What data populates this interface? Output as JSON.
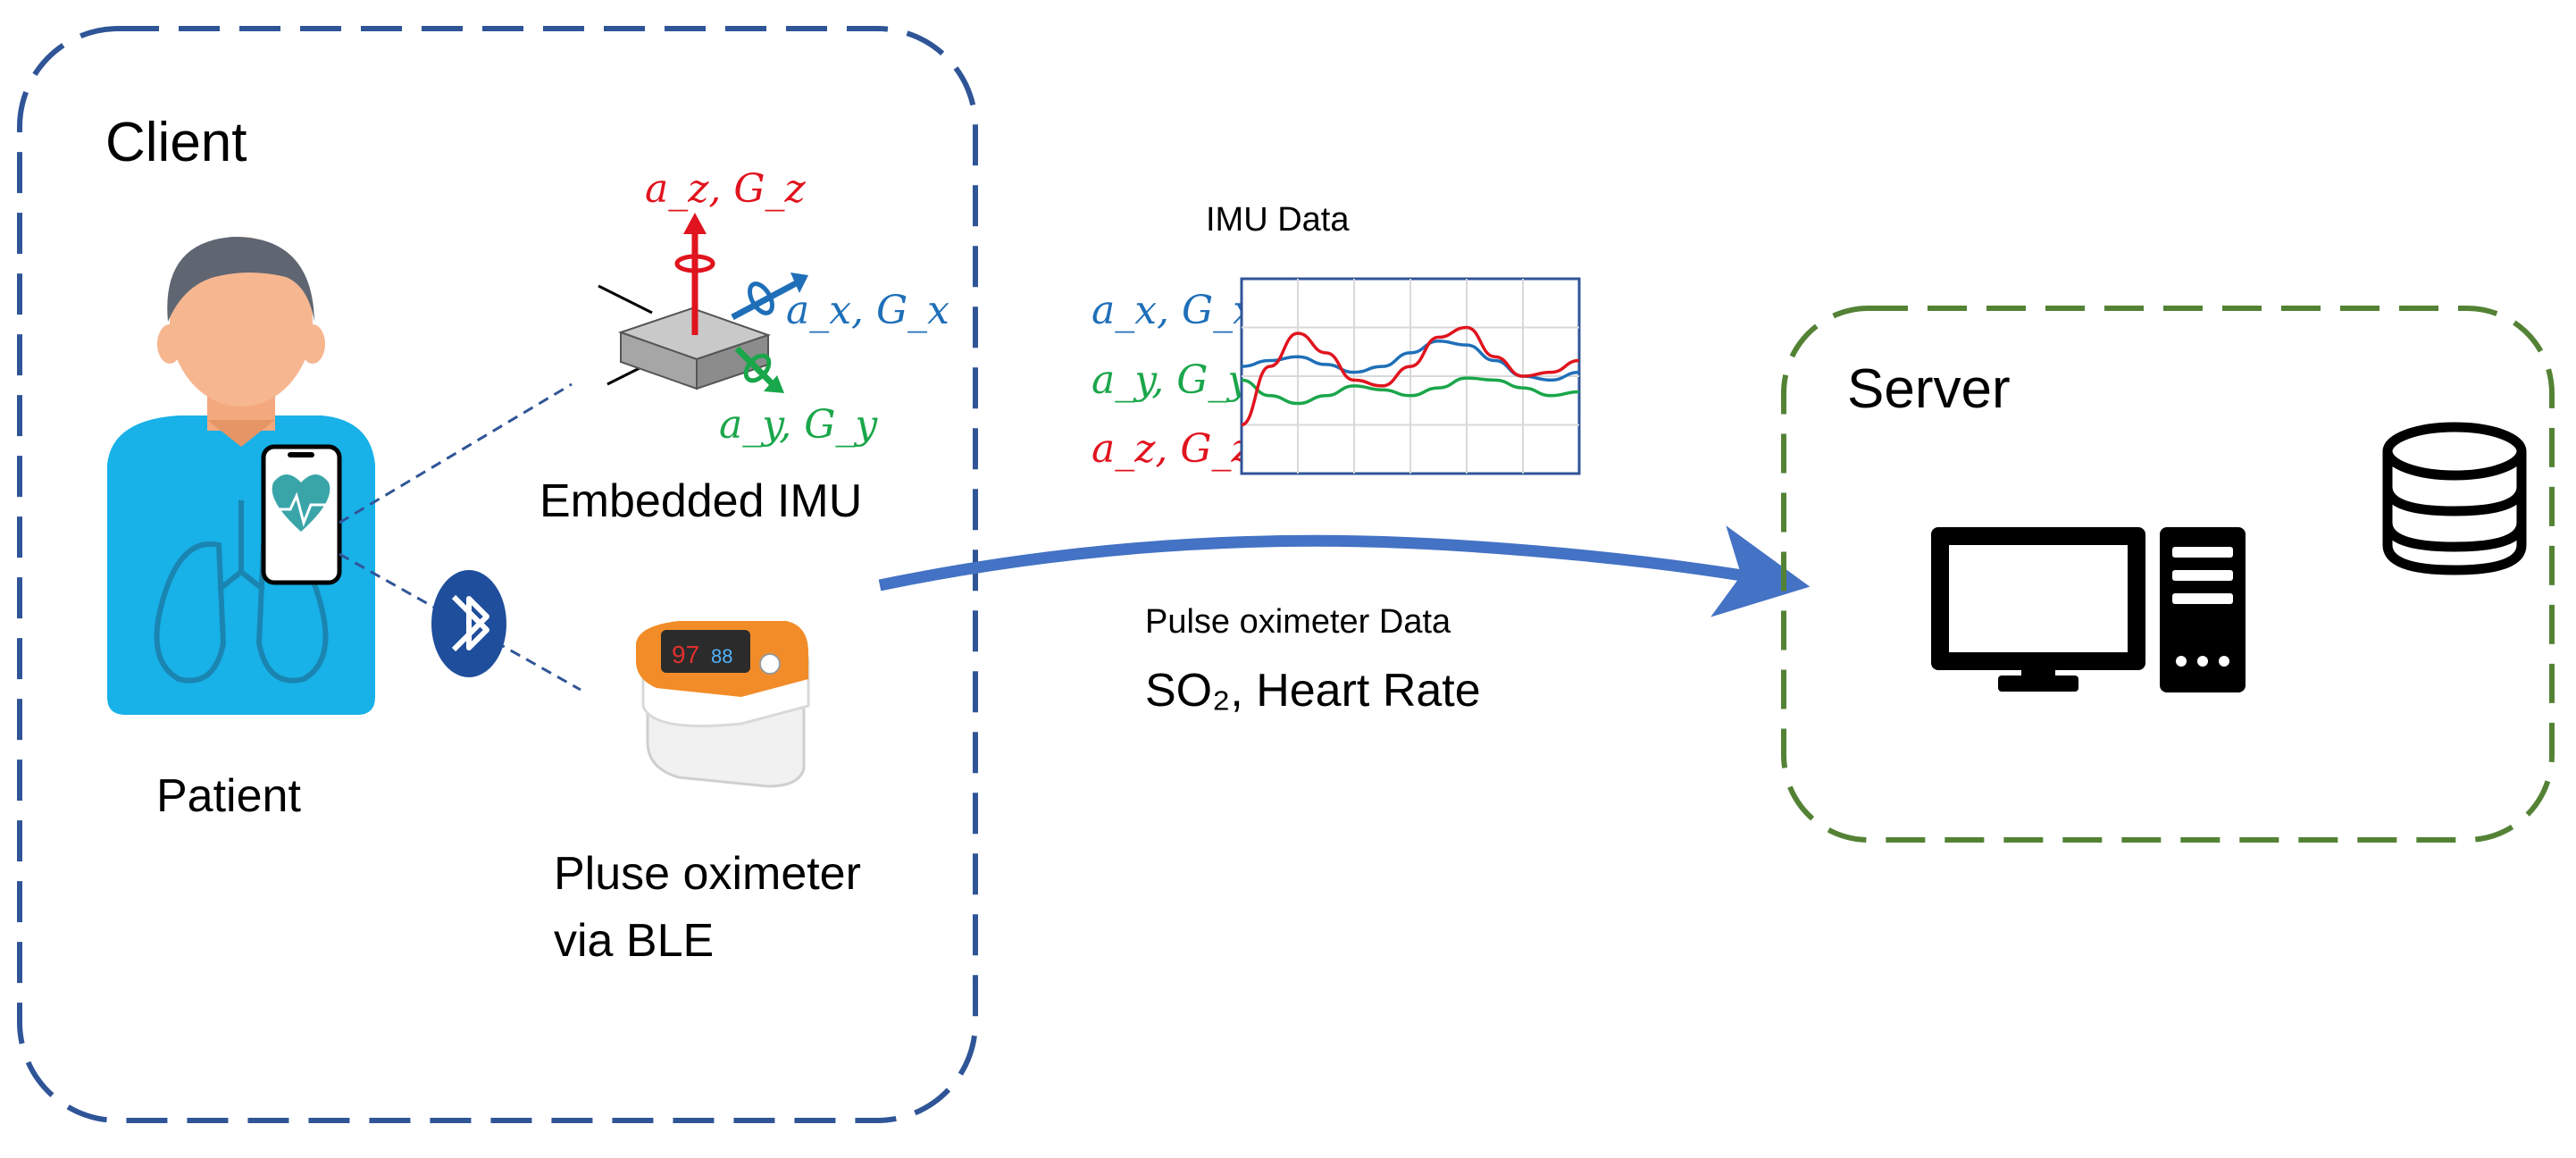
{
  "client": {
    "title": "Client",
    "patient_label": "Patient",
    "imu_label": "Embedded IMU",
    "oximeter_label_line1": "Pluse oximeter",
    "oximeter_label_line2": "via BLE",
    "imu_axes": {
      "z": "a_z, G_z",
      "x": "a_x, G_x",
      "y": "a_y, G_y"
    }
  },
  "transfer": {
    "imu_data_title": "IMU Data",
    "legend": [
      {
        "label": "a_x, G_x",
        "color": "#1f6fb8"
      },
      {
        "label": "a_y, G_y",
        "color": "#1aa64a"
      },
      {
        "label": "a_z, G_z",
        "color": "#e0141e"
      }
    ],
    "pulse_title": "Pulse oximeter Data",
    "pulse_values": "SO₂, Heart Rate"
  },
  "server": {
    "title": "Server"
  },
  "colors": {
    "client_border": "#2f5597",
    "server_border": "#548235",
    "arrow": "#4472c4",
    "accent_red": "#e0141e",
    "accent_blue": "#1f6fb8",
    "accent_green": "#1aa64a"
  },
  "chart_data": {
    "type": "line",
    "title": "IMU Data",
    "series": [
      {
        "name": "a_x, G_x",
        "color": "#1f6fb8",
        "values": [
          0.55,
          0.58,
          0.6,
          0.56,
          0.52,
          0.55,
          0.62,
          0.68,
          0.66,
          0.58,
          0.5,
          0.48,
          0.52
        ]
      },
      {
        "name": "a_y, G_y",
        "color": "#1aa64a",
        "values": [
          0.48,
          0.4,
          0.36,
          0.4,
          0.45,
          0.43,
          0.4,
          0.44,
          0.49,
          0.48,
          0.44,
          0.4,
          0.42
        ]
      },
      {
        "name": "a_z, G_z",
        "color": "#e0141e",
        "values": [
          0.25,
          0.55,
          0.72,
          0.62,
          0.48,
          0.45,
          0.55,
          0.7,
          0.75,
          0.6,
          0.5,
          0.52,
          0.58
        ]
      }
    ],
    "xlabel": "",
    "ylabel": "",
    "grid": true
  }
}
